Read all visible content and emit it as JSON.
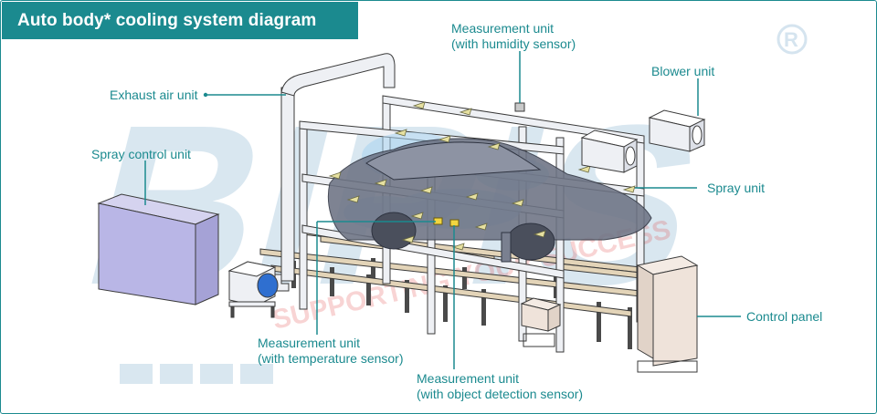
{
  "title": "Auto body* cooling system diagram",
  "colors": {
    "accent": "#1b8a8f",
    "panel": "#b9b6e6",
    "wood": "#e3d4b8",
    "steel": "#eef0f4",
    "outline": "#3a3a3a"
  },
  "watermark": {
    "logo_text": "BIPIS",
    "tagline": "SUPPORTING YOUR SUCCESS",
    "registered_mark": "®"
  },
  "labels": {
    "humidity_line1": "Measurement unit",
    "humidity_line2": "(with humidity sensor)",
    "blower": "Blower unit",
    "exhaust": "Exhaust air unit",
    "spray_control": "Spray control unit",
    "spray_unit": "Spray unit",
    "control_panel": "Control panel",
    "temp_line1": "Measurement unit",
    "temp_line2": "(with temperature sensor)",
    "object_line1": "Measurement unit",
    "object_line2": "(with object detection sensor)"
  }
}
